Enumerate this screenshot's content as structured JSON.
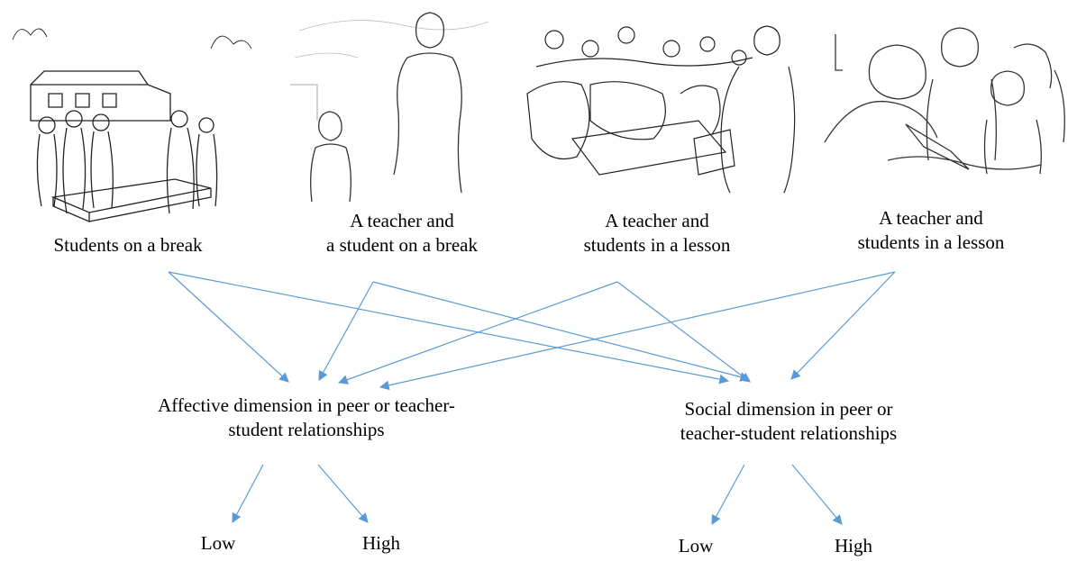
{
  "scenes": [
    {
      "name": "scene-students-break",
      "lines": [
        "Students on a break"
      ]
    },
    {
      "name": "scene-teacher-student-break",
      "lines": [
        "A teacher and",
        "a student on a break"
      ]
    },
    {
      "name": "scene-teacher-students-lesson-1",
      "lines": [
        "A teacher and",
        "students in a lesson"
      ]
    },
    {
      "name": "scene-teacher-students-lesson-2",
      "lines": [
        "A teacher and",
        "students in a lesson"
      ]
    }
  ],
  "dimensions": [
    {
      "lines": [
        "Affective dimension in peer or teacher-",
        "student relationships"
      ],
      "low": "Low",
      "high": "High"
    },
    {
      "lines": [
        "Social dimension in peer or",
        "teacher-student relationships"
      ],
      "low": "Low",
      "high": "High"
    }
  ],
  "colors": {
    "arrow": "#5b9bd5",
    "text": "#000000"
  }
}
